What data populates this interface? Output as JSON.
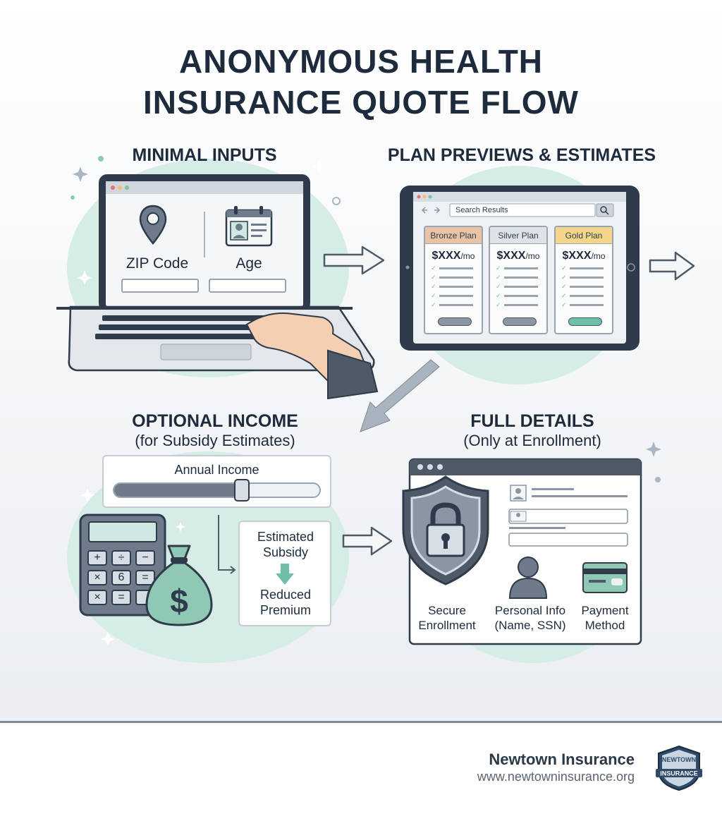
{
  "title": {
    "line1": "ANONYMOUS HEALTH",
    "line2": "INSURANCE QUOTE FLOW"
  },
  "step1": {
    "title": "MINIMAL INPUTS",
    "zip_label": "ZIP Code",
    "age_label": "Age"
  },
  "step2": {
    "title": "PLAN PREVIEWS & ESTIMATES",
    "search_text": "Search Results",
    "plans": [
      {
        "name": "Bronze Plan",
        "price": "$XXX",
        "unit": "/mo",
        "color": "#e8c3a6"
      },
      {
        "name": "Silver Plan",
        "price": "$XXX",
        "unit": "/mo",
        "color": "#dfe3e8"
      },
      {
        "name": "Gold Plan",
        "price": "$XXX",
        "unit": "/mo",
        "color": "#f3d68a"
      }
    ]
  },
  "step3": {
    "title": "OPTIONAL INCOME",
    "subtitle": "(for Subsidy Estimates)",
    "slider_label": "Annual Income",
    "slider_value": 0.62,
    "estimate_top": "Estimated Subsidy",
    "estimate_bottom": "Reduced Premium",
    "calc_keys": [
      "+",
      "÷",
      "−",
      "×",
      "6",
      "=",
      "×",
      "=",
      ""
    ]
  },
  "step4": {
    "title": "FULL DETAILS",
    "subtitle": "(Only at Enrollment)",
    "secure": "Secure Enrollment",
    "personal": "Personal Info (Name, SSN)",
    "payment": "Payment Method"
  },
  "footer": {
    "brand": "Newtown Insurance",
    "url": "www.newtowninsurance.org",
    "logo_top": "NEWTOWN",
    "logo_main": "INSURANCE"
  },
  "colors": {
    "accent": "#6fbfa8",
    "dark": "#1d2b3c",
    "blob": "#d6ece6"
  }
}
